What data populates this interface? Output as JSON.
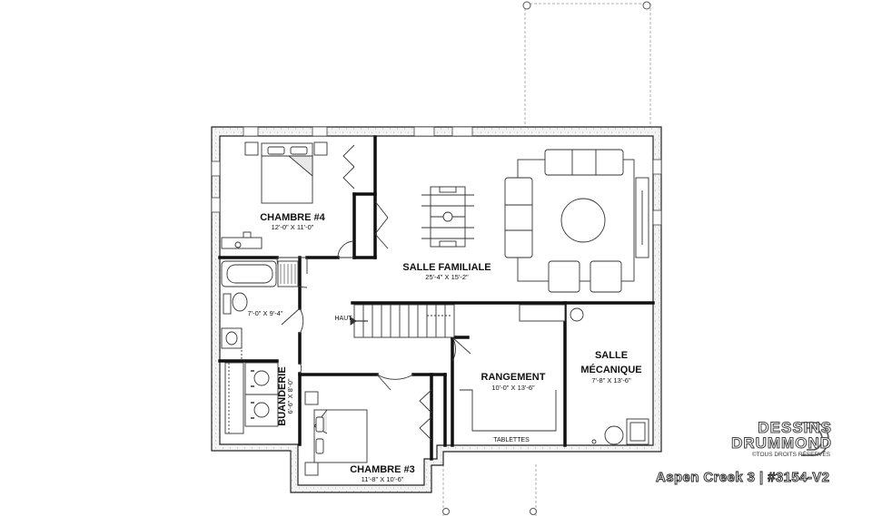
{
  "rooms": {
    "chambre4": {
      "name": "CHAMBRE #4",
      "dims": "12'-0\" X 11'-0\""
    },
    "salle_familiale": {
      "name": "SALLE FAMILIALE",
      "dims": "25'-4\" X 15'-2\""
    },
    "salle_bain": {
      "dims": "7'-0\" X 9'-4\""
    },
    "buanderie": {
      "name": "BUANDERIE",
      "dims": "6'-6\" X 8'-0\""
    },
    "rangement": {
      "name": "RANGEMENT",
      "dims": "10'-0\" X 13'-6\""
    },
    "salle_mecanique": {
      "name_line1": "SALLE",
      "name_line2": "MÉCANIQUE",
      "dims": "7'-8\" X 13'-6\""
    },
    "chambre3": {
      "name": "CHAMBRE #3",
      "dims": "11'-8\" X 10'-6\""
    }
  },
  "labels": {
    "stairs": "HAUT",
    "shelves": "TABLETTES"
  },
  "brand": {
    "line1": "DESSINS",
    "line2": "DRUMMOND",
    "rights": "©TOUS DROITS RÉSERVÉS"
  },
  "caption": "Aspen Creek 3 | #3154-V2"
}
